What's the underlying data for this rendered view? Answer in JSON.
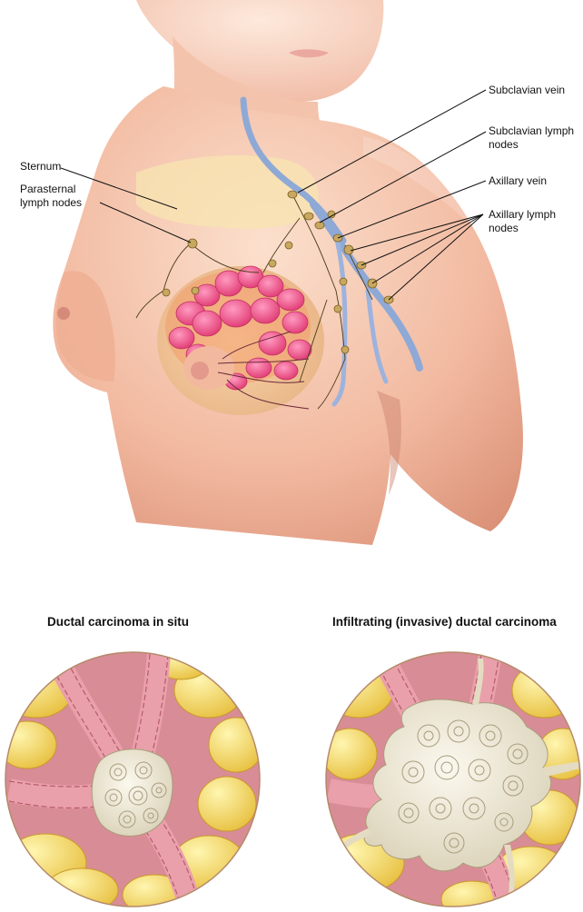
{
  "labels": {
    "sternum": "Sternum",
    "parasternal": [
      "Parasternal",
      "lymph nodes"
    ],
    "subclavian_vein": "Subclavian vein",
    "subclavian_nodes": [
      "Subclavian lymph",
      "nodes"
    ],
    "axillary_vein": "Axillary vein",
    "axillary_nodes": [
      "Axillary lymph",
      "nodes"
    ]
  },
  "captions": {
    "left": "Ductal carcinoma in situ",
    "right": "Infiltrating (invasive) ductal carcinoma"
  },
  "colors": {
    "skin": "#f2b9a0",
    "skin_shadow": "#d98f75",
    "tumor": "#ee4f84",
    "vein": "#8fa9d6",
    "node": "#c8a860",
    "fat": "#f3d85a",
    "duct": "#d77f8e",
    "carcinoma": "#efe9d6"
  }
}
